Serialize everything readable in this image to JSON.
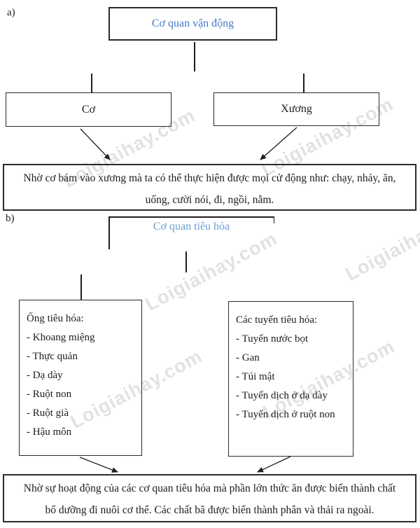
{
  "watermark": {
    "text": "Loigiaihay.com"
  },
  "colors": {
    "title_a_blue": "#4678c8",
    "title_b_blue": "#6f9fd4",
    "line_black": "#1f1f1f"
  },
  "section_a": {
    "label": "a)",
    "root_title": "Cơ quan vận động",
    "muscle_box": "Cơ",
    "bone_box": "Xương",
    "summary_line1": "Nhờ cơ bám vào xương mà ta có thể thực hiện được mọi cử động như: chạy, nhảy, ăn,",
    "summary_line2": "uống, cười nói, đi, ngồi, nằm."
  },
  "section_b": {
    "label": "b)",
    "root_title": "Cơ quan tiêu hóa",
    "tract_box": {
      "title": "Ống tiêu hóa:",
      "items": [
        "- Khoang miệng",
        "- Thực quản",
        "- Dạ dày",
        "- Ruột non",
        "- Ruột già",
        "- Hậu môn"
      ]
    },
    "gland_box": {
      "title": "Các tuyến tiêu hóa:",
      "items": [
        "- Tuyến nước bọt",
        "- Gan",
        "- Túi mật",
        "- Tuyến dịch ở dạ dày",
        "- Tuyến dịch ở ruột non"
      ]
    },
    "summary_line1": "Nhờ sự hoạt động của các cơ quan tiêu hóa mà phần lớn thức ăn được biến thành chất",
    "summary_line2": "bổ dưỡng đi nuôi cơ thể. Các chất bã được biến thành phân và thải ra ngoài."
  }
}
